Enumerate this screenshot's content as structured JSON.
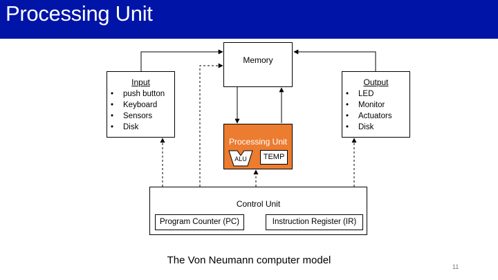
{
  "slide": {
    "title": "Processing Unit",
    "caption": "The Von Neumann computer model",
    "page_number": "11"
  },
  "memory": {
    "label": "Memory"
  },
  "input": {
    "title": "Input",
    "items": [
      "push button",
      "Keyboard",
      "Sensors",
      "Disk"
    ]
  },
  "output": {
    "title": "Output",
    "items": [
      "LED",
      "Monitor",
      "Actuators",
      "Disk"
    ]
  },
  "processing_unit": {
    "label": "Processing Unit",
    "alu": "ALU",
    "temp": "TEMP"
  },
  "control_unit": {
    "label": "Control Unit",
    "program_counter": "Program Counter (PC)",
    "instruction_register": "Instruction Register (IR)"
  },
  "colors": {
    "title_bar": "#0014a8",
    "processing_unit": "#ec7c30"
  }
}
